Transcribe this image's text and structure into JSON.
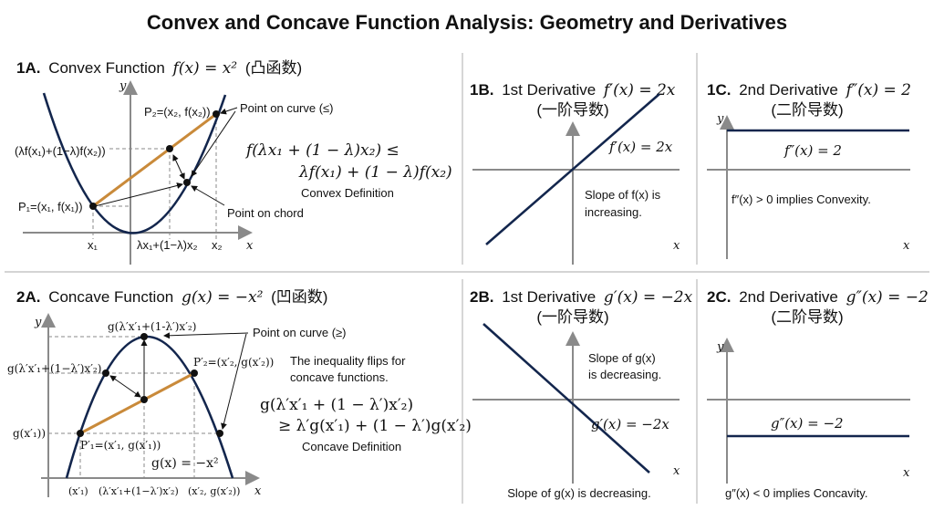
{
  "title": "Convex and Concave Function Analysis: Geometry and Derivatives",
  "colors": {
    "curve": "#13264d",
    "chord": "#c98a3a",
    "axis": "#8a8a8a"
  },
  "panel_1a": {
    "id": "1A.",
    "title": "Convex Function",
    "func": "f(x) = x²",
    "cn": "(凸函数)",
    "axis_x": "x",
    "axis_y": "y",
    "p2": "P₂=(x₂, f(x₂))",
    "p1": "P₁=(x₁, f(x₁))",
    "chord_value": "(λf(x₁)+(1−λ)f(x₂))",
    "point_on_curve": "Point on curve (≤)",
    "point_on_chord": "Point on chord",
    "tick_x1": "x₁",
    "tick_mid": "λx₁+(1−λ)x₂",
    "tick_x2": "x₂",
    "formula_line1": "f(λx₁ + (1 − λ)x₂) ≤",
    "formula_line2": "λf(x₁) + (1 − λ)f(x₂)",
    "definition": "Convex Definition"
  },
  "panel_1b": {
    "id": "1B.",
    "title": "1st Derivative",
    "func": "f′(x) = 2x",
    "cn": "(一阶导数)",
    "line_label": "f′(x) = 2x",
    "note_line1": "Slope of f(x) is",
    "note_line2": "increasing.",
    "axis_x": "x"
  },
  "panel_1c": {
    "id": "1C.",
    "title": "2nd Derivative",
    "func": "f″(x) = 2",
    "cn": "(二阶导数)",
    "line_label": "f″(x) = 2",
    "note": "f″(x) > 0 implies Convexity.",
    "axis_x": "x",
    "axis_y": "y"
  },
  "panel_2a": {
    "id": "2A.",
    "title": "Concave Function",
    "func": "g(x) = −x²",
    "cn": "(凹函数)",
    "axis_x": "x",
    "axis_y": "y",
    "top_label": "g(λ′x′₁+(1-λ′)x′₂)",
    "left_label": "g(λ′x′₁+(1−λ′)x′₂)",
    "g_x1": "g(x′₁))",
    "p2": "P′₂=(x′₂, g(x′₂))",
    "p1": "P′₁=(x′₁, g(x′₁))",
    "point_on_curve": "Point on curve (≥)",
    "curve_label": "g(x) = −x²",
    "tick_x1": "(x′₁)",
    "tick_mid": "(λ′x′₁+(1−λ′)x′₂)",
    "tick_x2": "(x′₂, g(x′₂))",
    "note_line1": "The inequality flips for",
    "note_line2": "concave functions.",
    "formula_line1": "g(λ′x′₁ + (1 − λ′)x′₂)",
    "formula_line2": "≥ λ′g(x′₁) + (1 − λ′)g(x′₂)",
    "definition": "Concave Definition"
  },
  "panel_2b": {
    "id": "2B.",
    "title": "1st Derivative",
    "func": "g′(x) = −2x",
    "cn": "(一阶导数)",
    "line_label": "g′(x) = −2x",
    "note_line1": "Slope of g(x)",
    "note_line2": "is decreasing.",
    "bottom_note": "Slope of g(x) is decreasing.",
    "axis_x": "x"
  },
  "panel_2c": {
    "id": "2C.",
    "title": "2nd Derivative",
    "func": "g″(x) = −2",
    "cn": "(二阶导数)",
    "line_label": "g″(x) = −2",
    "note": "g″(x) < 0 implies Concavity.",
    "axis_x": "x",
    "axis_y": "y"
  }
}
